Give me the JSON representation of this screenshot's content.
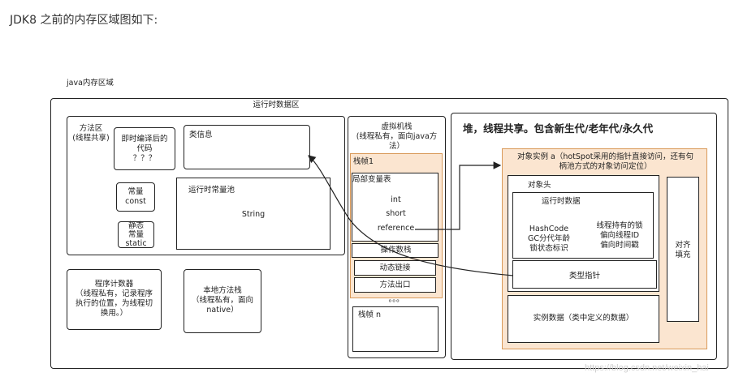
{
  "heading": "JDK8 之前的内存区域图如下:",
  "region_label": "java内存区域",
  "runtime_area_title": "运行时数据区",
  "method_area": {
    "title": "方法区",
    "subtitle": "(线程共享)"
  },
  "jit_box": {
    "line1": "即时编译后的",
    "line2": "代码",
    "line3": "？？？"
  },
  "class_info": "类信息",
  "const_box": {
    "line1": "常量",
    "line2": "const"
  },
  "static_box": {
    "line1": "静态",
    "line2": "常量",
    "line3": "static"
  },
  "runtime_pool": {
    "title": "运行时常量池",
    "value": "String"
  },
  "program_counter": {
    "line1": "程序计数器",
    "line2": "（线程私有，记录程序",
    "line3": "执行的位置，为线程切",
    "line4": "换用。）"
  },
  "native_stack": {
    "line1": "本地方法栈",
    "line2": "（线程私有，面向",
    "line3": "native）"
  },
  "vm_stack": {
    "line1": "虚拟机栈",
    "line2": "(线程私有，面向java方",
    "line3": "法）"
  },
  "frame1": {
    "title": "栈帧1",
    "locals_title": "局部变量表",
    "locals": [
      "int",
      "short",
      "reference"
    ],
    "operand": "操作数栈",
    "dynamic_link": "动态链接",
    "return_addr": "方法出口"
  },
  "ellipsis": "。。。",
  "frame_n": "栈帧 n",
  "heap": {
    "title": "堆，线程共享。包含新生代/老年代/永久代",
    "object_line1": "对象实例 a（hotSpot采用的指针直接访问，还有句",
    "object_line2": "柄池方式的对象访问定位）",
    "header_title": "对象头",
    "runtime_data": "运行时数据",
    "runtime_left": [
      "HashCode",
      "GC分代年龄",
      "锁状态标识"
    ],
    "runtime_right": [
      "线程持有的锁",
      "偏向线程ID",
      "偏向时间戳"
    ],
    "type_pointer": "类型指针",
    "instance_data": "实例数据（类中定义的数据）",
    "padding": [
      "对齐",
      "填充"
    ]
  },
  "watermark": "https://blog.csdn.net/weixin_hai"
}
